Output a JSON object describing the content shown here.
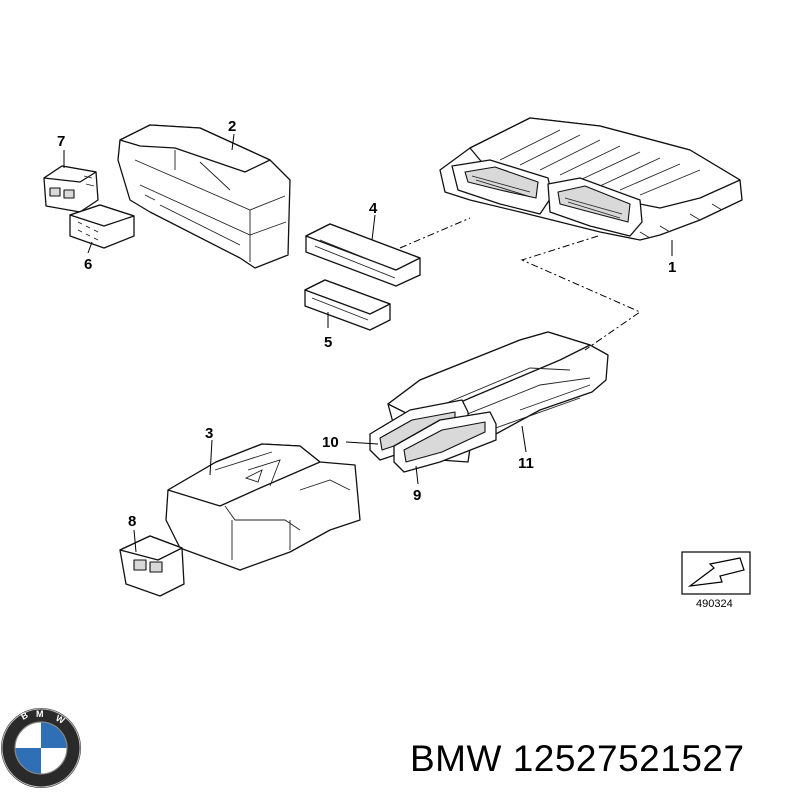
{
  "diagram": {
    "callouts": [
      "1",
      "2",
      "3",
      "4",
      "5",
      "6",
      "7",
      "8",
      "9",
      "10",
      "11"
    ],
    "reference_number": "490324"
  },
  "footer": {
    "caption": "BMW 12527521527",
    "logo_text": "BMW"
  }
}
